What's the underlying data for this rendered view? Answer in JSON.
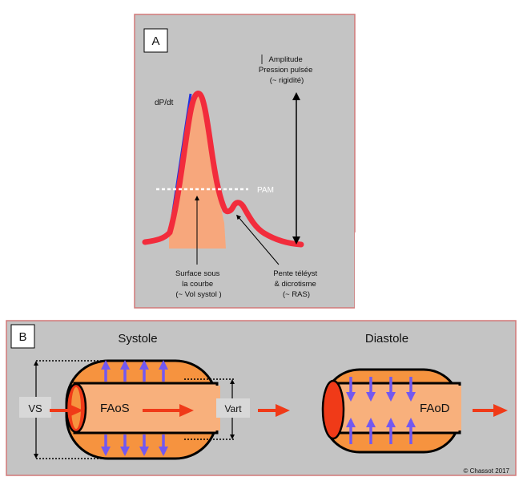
{
  "panel_a": {
    "label": "A",
    "dpdt": "dP/dt",
    "amplitude": [
      "Amplitude",
      "Pression pulsée",
      "(~ rigidité)"
    ],
    "pam": "PAM",
    "surface": [
      "Surface sous",
      "la courbe",
      "(~ Vol systol )"
    ],
    "pente": [
      "Pente téléyst",
      "& dicrotisme",
      "(~ RAS)"
    ]
  },
  "panel_b": {
    "label": "B",
    "systole": "Systole",
    "diastole": "Diastole",
    "vs": "VS",
    "faos": "FAoS",
    "vart": "Vart",
    "faod": "FAoD",
    "copyright": "© Chassot 2017"
  },
  "colors": {
    "panel_bg": "#c4c4c4",
    "panel_border": "#d27878",
    "curve": "#f22c3c",
    "fill": "#f7a77c",
    "vessel": "#f6933f",
    "arrow_blue": "#7358f0",
    "arrow_red": "#f03a18",
    "dpdt_line": "#2233dd"
  }
}
